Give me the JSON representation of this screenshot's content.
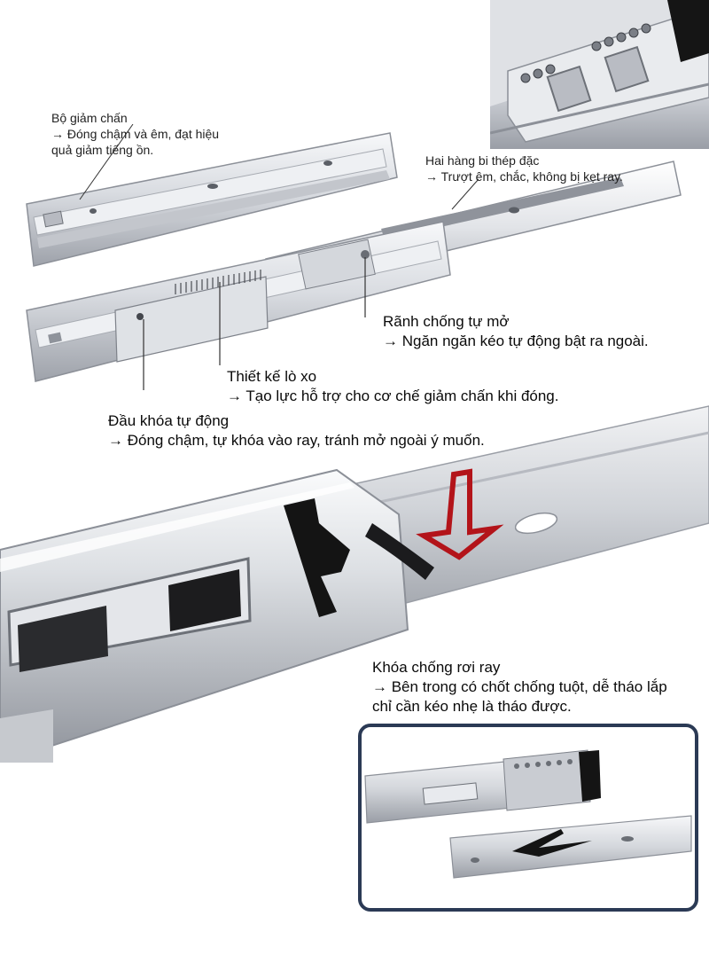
{
  "palette": {
    "background": "#ffffff",
    "steel_light": "#eeeff2",
    "steel_mid": "#c9ccd2",
    "steel_dark": "#8c9098",
    "black_part": "#151515",
    "arrow_red": "#b3141a",
    "inset_border": "#2b3a55"
  },
  "annotations": {
    "damper": {
      "title": "Bộ giảm chấn",
      "line2": "→ Đóng chậm và êm, đạt hiệu",
      "line3": "quả giảm tiếng ồn."
    },
    "ball_bearing": {
      "title": "Hai hàng bi thép đặc",
      "line2": "→ Trượt êm, chắc, không bị kẹt ray."
    },
    "anti_open_slot": {
      "title": "Rãnh chống tự mở",
      "line2": "→ Ngăn ngăn kéo tự động bật ra ngoài."
    },
    "spring": {
      "title": "Thiết kế lò xo",
      "line2": "→ Tạo lực hỗ trợ cho cơ chế giảm chấn khi đóng."
    },
    "auto_lock": {
      "title": "Đầu khóa tự động",
      "line2": "→ Đóng chậm, tự khóa vào ray, tránh mở ngoài ý muốn."
    },
    "anti_drop": {
      "title": "Khóa chống rơi ray",
      "line2": "→ Bên trong có chốt chống tuột, dễ tháo lắp",
      "line3": "chỉ cần kéo nhẹ là tháo được."
    }
  }
}
